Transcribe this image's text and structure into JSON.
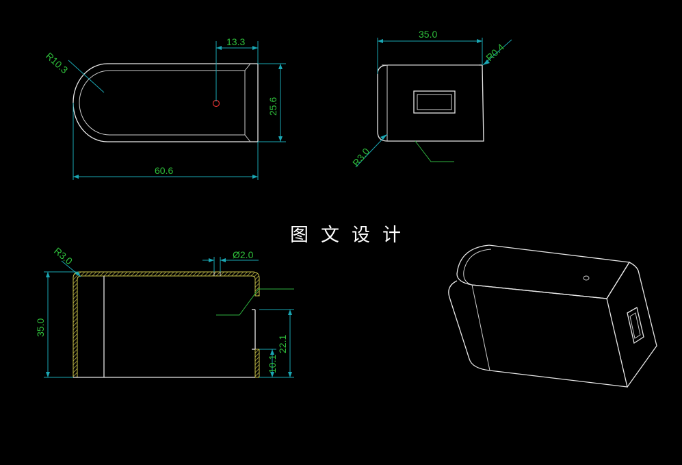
{
  "title": "图文设计",
  "dimensions": {
    "top_view": {
      "radius": "R10.3",
      "offset": "13.3",
      "height": "25.6",
      "length": "60.6"
    },
    "end_view": {
      "width": "35.0",
      "top_radius": "R0.4",
      "corner_radius": "R3.0"
    },
    "section_view": {
      "corner_radius": "R3.0",
      "hole_diameter": "Ø2.0",
      "height": "35.0",
      "port_top": "22.1",
      "port_bottom": "10.1"
    }
  },
  "colors": {
    "background": "#000000",
    "outline": "#e8e8e8",
    "dimension_line": "#1aa7b4",
    "dimension_text": "#2fc13c",
    "hatch": "#c9c24a",
    "hole": "#e03030"
  }
}
